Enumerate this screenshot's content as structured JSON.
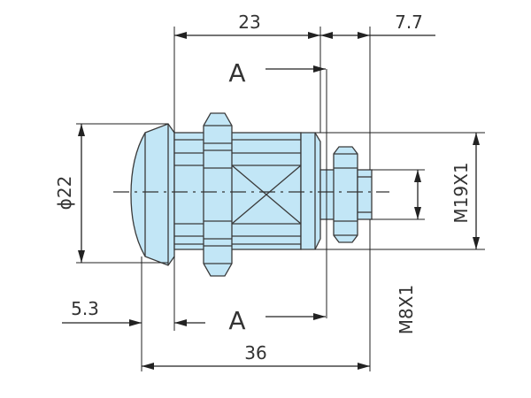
{
  "dimensions": {
    "length_23": "23",
    "length_7_7": "7.7",
    "diameter_22": "ϕ22",
    "thread_m19": "M19X1",
    "thread_m8": "M8X1",
    "length_5_3": "5.3",
    "length_36": "36"
  },
  "section": {
    "top_label": "A",
    "bottom_label": "A"
  },
  "colors": {
    "part_fill": "#c2e6f6",
    "part_fill_dark": "#a6d3ea",
    "line": "#222222"
  }
}
